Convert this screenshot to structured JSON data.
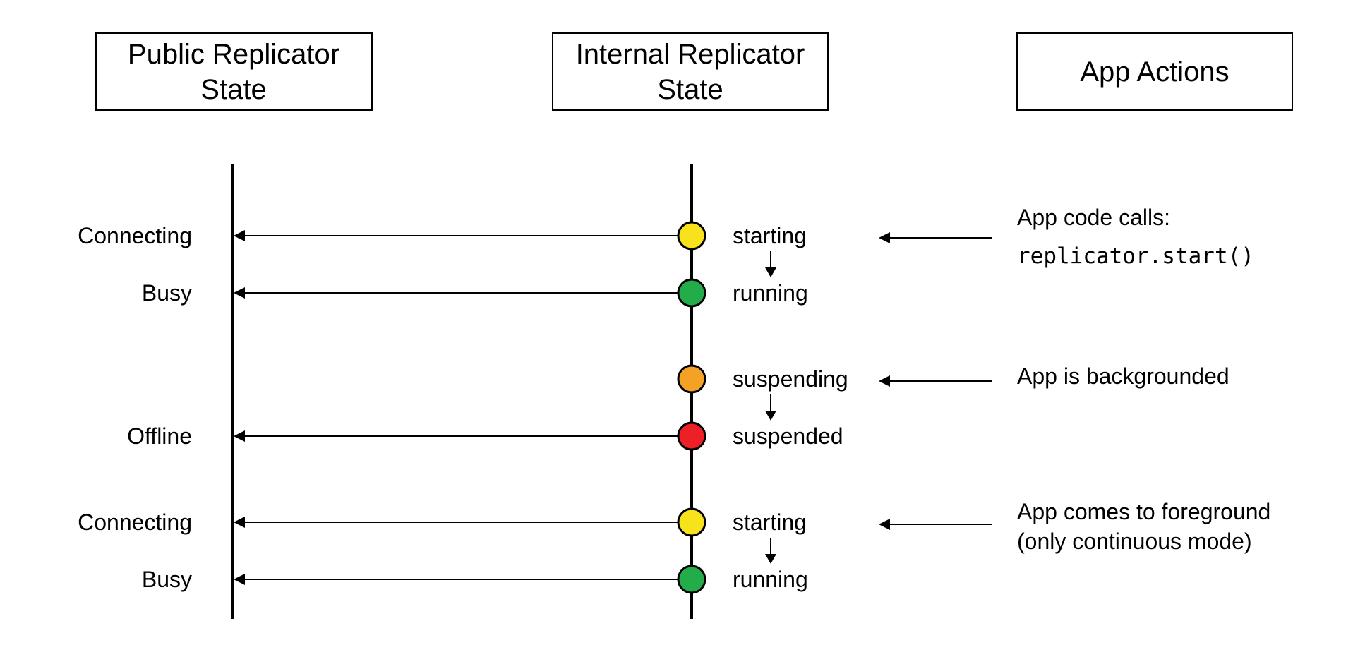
{
  "colors": {
    "starting": "#f7e21b",
    "running": "#22ad4a",
    "suspending": "#f3a226",
    "suspended": "#ec2026"
  },
  "headers": {
    "public": [
      "Public Replicator",
      "State"
    ],
    "internal": [
      "Internal Replicator",
      "State"
    ],
    "app": "App Actions"
  },
  "rows": [
    {
      "internal": "starting",
      "status": "starting",
      "public": "Connecting"
    },
    {
      "internal": "running",
      "status": "running",
      "public": "Busy"
    },
    {
      "internal": "suspending",
      "status": "suspending",
      "public": ""
    },
    {
      "internal": "suspended",
      "status": "suspended",
      "public": "Offline"
    },
    {
      "internal": "starting",
      "status": "starting",
      "public": "Connecting"
    },
    {
      "internal": "running",
      "status": "running",
      "public": "Busy"
    }
  ],
  "actions": [
    {
      "row": 0,
      "lines": [
        "App code calls:"
      ],
      "code": "replicator.start()"
    },
    {
      "row": 2,
      "lines": [
        "App is backgrounded"
      ]
    },
    {
      "row": 4,
      "lines": [
        "App comes to foreground",
        "(only continuous mode)"
      ]
    }
  ]
}
